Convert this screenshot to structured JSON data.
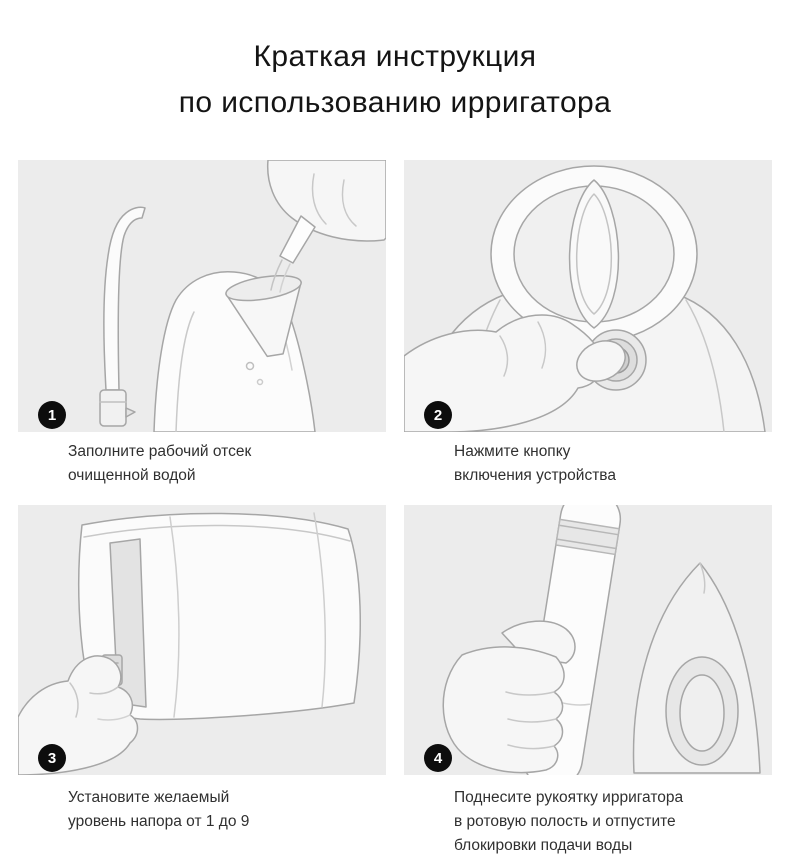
{
  "page": {
    "title_line1": "Краткая инструкция",
    "title_line2": "по использованию ирригатора"
  },
  "steps": [
    {
      "number": "1",
      "illustration": "fill-reservoir-illustration",
      "lines": [
        "Заполните рабочий отсек",
        "очищенной водой"
      ]
    },
    {
      "number": "2",
      "illustration": "press-power-button-illustration",
      "lines": [
        "Нажмите кнопку",
        "включения устройства"
      ]
    },
    {
      "number": "3",
      "illustration": "set-pressure-level-illustration",
      "lines": [
        "Установите желаемый",
        "уровень напора от 1 до 9"
      ]
    },
    {
      "number": "4",
      "illustration": "handle-to-mouth-illustration",
      "lines": [
        "Поднесите рукоятку ирригатора",
        "в ротовую полость и отпустите",
        "блокировки подачи воды"
      ]
    }
  ],
  "colors": {
    "panel_bg": "#ececec",
    "badge_bg": "#0d0d0d",
    "badge_text": "#ffffff",
    "text": "#303030",
    "line_art": "#a6a6a6"
  }
}
